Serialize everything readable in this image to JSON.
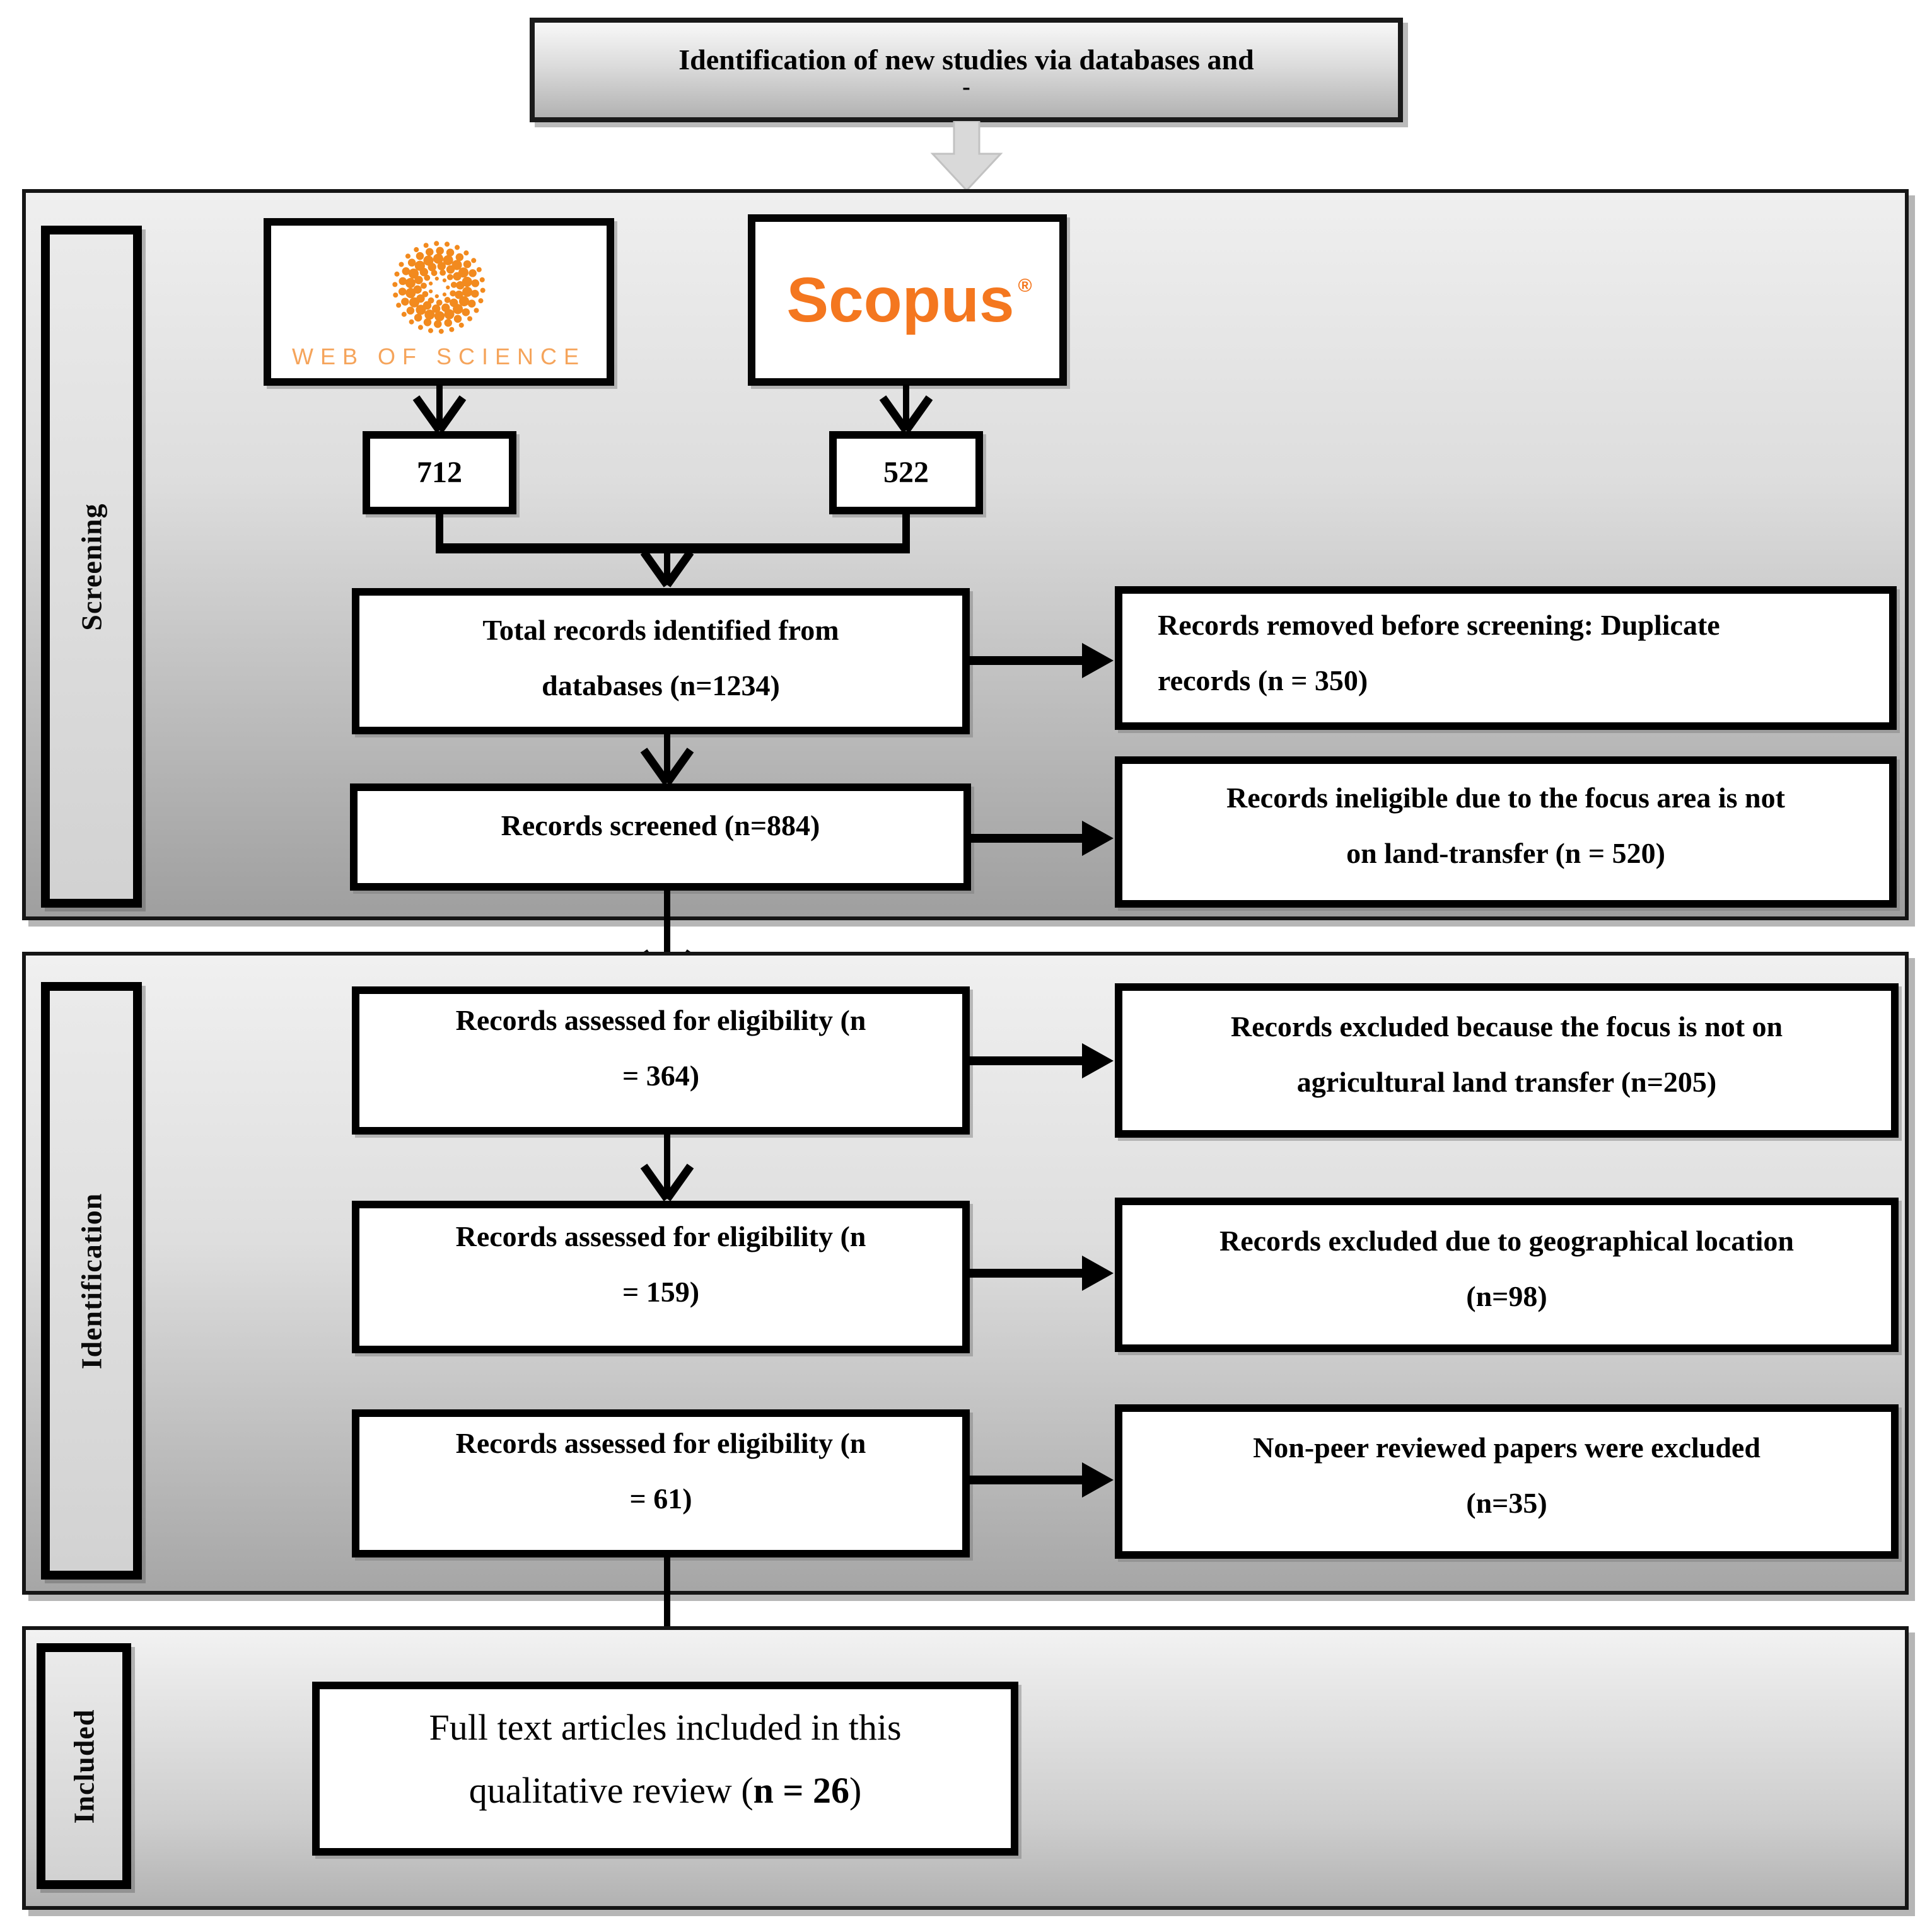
{
  "diagram_title": {
    "line1": "Identification of new studies via databases and",
    "line2": "-"
  },
  "sections": {
    "screening": "Screening",
    "identification": "Identification",
    "included": "Included"
  },
  "sources": {
    "wos": {
      "logo_text": "WEB OF SCIENCE",
      "count": "712"
    },
    "scopus": {
      "logo_text": "Scopus",
      "reg": "®",
      "count": "522"
    }
  },
  "boxes": {
    "total": {
      "line1": "Total records identified from",
      "line2": "databases (n=1234)"
    },
    "removed": {
      "line1": "Records removed before screening: Duplicate",
      "line2": "records (n = 350)"
    },
    "screened": {
      "line1": "Records screened (n=884)"
    },
    "ineligible": {
      "line1": "Records ineligible due to the focus area is not",
      "line2": "on land-transfer (n = 520)"
    },
    "assessed1": {
      "line1": "Records assessed for eligibility (n",
      "line2": "= 364)"
    },
    "excluded_focus": {
      "line1": "Records excluded because the focus is not on",
      "line2": "agricultural land transfer (n=205)"
    },
    "assessed2": {
      "line1": "Records assessed for eligibility (n",
      "line2": "= 159)"
    },
    "excluded_geo": {
      "line1": "Records excluded due to geographical location",
      "line2": "(n=98)"
    },
    "assessed3": {
      "line1": "Records assessed for eligibility (n",
      "line2": "= 61)"
    },
    "excluded_nonpeer": {
      "line1": "Non-peer reviewed papers were excluded",
      "line2": "(n=35)"
    },
    "included_full": {
      "line1": "Full text articles included in this",
      "line2_prefix": "qualitative review (",
      "line2_bold": "n = 26",
      "line2_suffix": ")"
    }
  },
  "colors": {
    "logo_orange": "#F28A1E",
    "scopus_orange": "#F4771F",
    "wos_text_orange": "#F5A45B",
    "arrow_black": "#000000",
    "gray_arrow": "#d9d9d9"
  }
}
